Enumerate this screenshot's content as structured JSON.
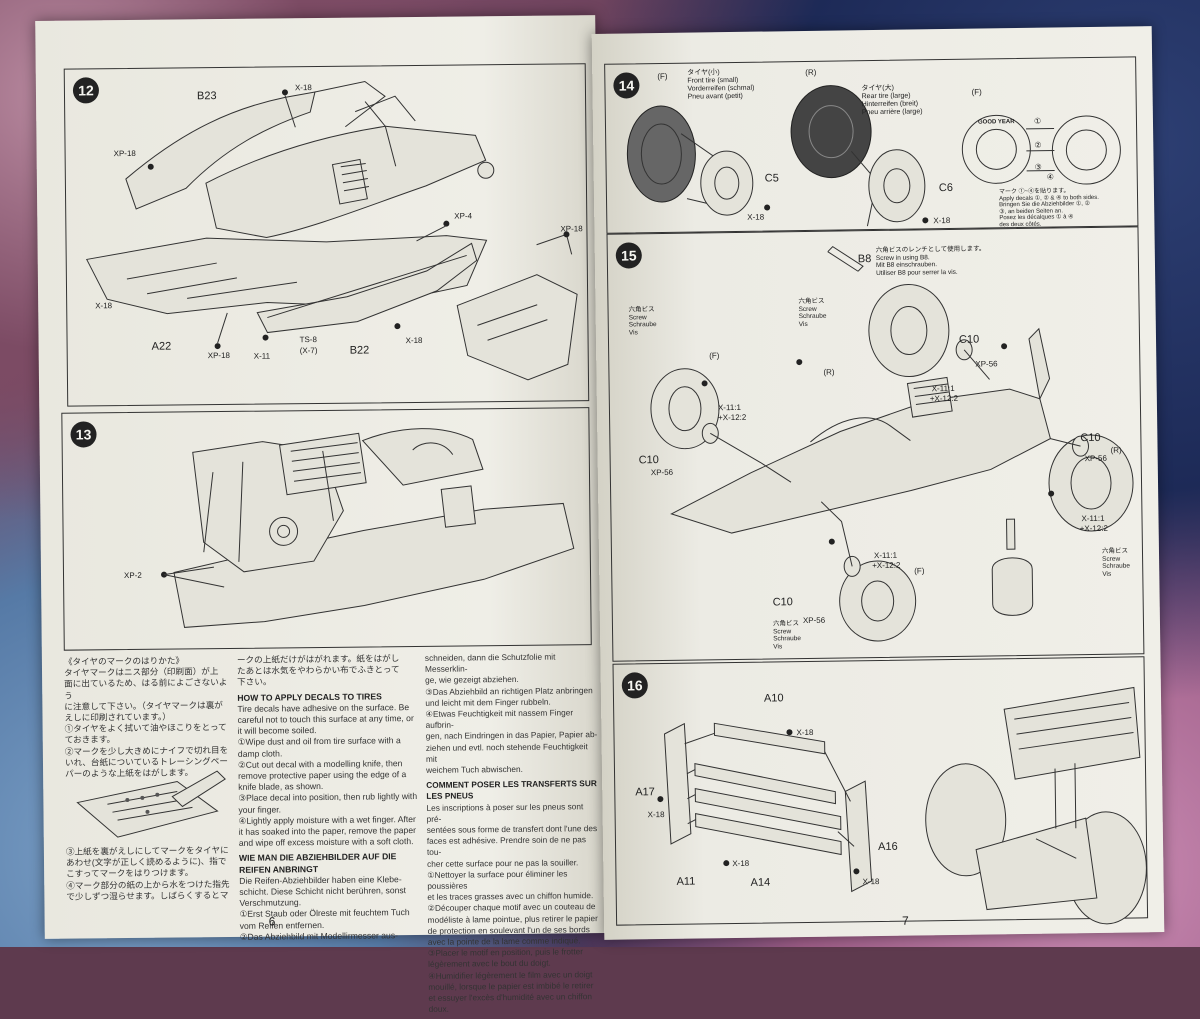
{
  "steps": {
    "s12": {
      "num": "12",
      "labels": {
        "b23": "B23",
        "x18_top": "X-18",
        "xp18_left": "XP-18",
        "xp4": "XP-4",
        "x18_left": "X-18",
        "a22": "A22",
        "xp18_bot": "XP-18",
        "x11": "X-11",
        "ts8": "TS-8",
        "x7": "(X-7)",
        "b22": "B22",
        "x18_bot": "X-18",
        "xp18_inset": "XP-18"
      }
    },
    "s13": {
      "num": "13",
      "labels": {
        "xp2": "XP-2"
      }
    },
    "s14": {
      "num": "14",
      "labels": {
        "f_left": "(F)",
        "front_tire": [
          "タイヤ(小)",
          "Front tire (small)",
          "Vorderreifen (schmal)",
          "Pneu avant (petit)"
        ],
        "r_mid": "(R)",
        "rear_tire": [
          "タイヤ(大)",
          "Rear tire (large)",
          "Hinterreifen (breit)",
          "Pneu arrière (large)"
        ],
        "f_right": "(F)",
        "c5": "C5",
        "c6": "C6",
        "x18_a": "X-18",
        "x18_b": "X-18",
        "goodyear": "GOOD YEAR",
        "marks": [
          "①",
          "②",
          "③",
          "④"
        ],
        "decal_note": [
          "マーク ①~④を貼ります。",
          "Apply decals ①, ② & ④ to both sides.",
          "Bringen Sie die Abziehbilder ①, ②",
          "③, an beiden Seiten an.",
          "Posez les décalques ① à ④",
          "des deux côtés."
        ]
      }
    },
    "s15": {
      "num": "15",
      "labels": {
        "b8": "B8",
        "b8_note": [
          "六角ビスのレンチとして使用します。",
          "Screw in using B8.",
          "Mit B8 einschrauben.",
          "Utiliser B8 pour serrer la vis."
        ],
        "screw_tl": [
          "六角ビス",
          "Screw",
          "Schraube",
          "Vis"
        ],
        "screw_ml": [
          "六角ビス",
          "Screw",
          "Schraube",
          "Vis"
        ],
        "screw_r": [
          "六角ビス",
          "Screw",
          "Schraube",
          "Vis"
        ],
        "screw_b": [
          "六角ビス",
          "Screw",
          "Schraube",
          "Vis"
        ],
        "f1": "(F)",
        "r1": "(R)",
        "r2": "(R)",
        "f2": "(F)",
        "c10_a": "C10",
        "c10_b": "C10",
        "c10_c": "C10",
        "c10_d": "C10",
        "xp56_a": "XP-56",
        "xp56_b": "XP-56",
        "xp56_c": "XP-56",
        "xp56_d": "XP-56",
        "x11_a": "X-11:1",
        "x12_a": "+X-12:2",
        "x11_b": "X-11:1",
        "x12_b": "+X-12:2",
        "x11_c": "X-11:1",
        "x12_c": "+X-12:2",
        "x11_d": "X-11:1",
        "x12_d": "+X-12:2"
      }
    },
    "s16": {
      "num": "16",
      "labels": {
        "a10": "A10",
        "x18_a": "X-18",
        "a17": "A17",
        "x18_b": "X-18",
        "a16": "A16",
        "x18_c": "X-18",
        "a11": "A11",
        "a14": "A14",
        "x18_d": "X-18"
      }
    }
  },
  "text_blocks": {
    "col1_jp": [
      "《タイヤのマークのはりかた》",
      "タイヤマークはニス部分（印刷面）が上",
      "面に出ているため、はる前によごさないよう",
      "に注意して下さい。（タイヤマークは裏が",
      "えしに印刷されています。）",
      "①タイヤをよく拭いて油やほこりをとって",
      "ておきます。",
      "②マークを少し大きめにナイフで切れ目を",
      "いれ、台紙についているトレーシングペー",
      "パーのような上紙をはがします。"
    ],
    "col1_jp2": [
      "③上紙を裏がえしにしてマークをタイヤに",
      "あわせ(文字が正しく読めるように)、指で",
      "こすってマークをはりつけます。",
      "④マーク部分の紙の上から水をつけた指先",
      "で少しずつ湿らせます。しばらくするとマ"
    ],
    "col2_jp": [
      "ークの上紙だけがはがれます。紙をはがし",
      "たあとは水気をやわらかい布でふきとって",
      "下さい。"
    ],
    "col2_en_title": "HOW TO APPLY DECALS TO TIRES",
    "col2_en": [
      "Tire decals have adhesive on the surface. Be",
      "careful not to touch this surface at any time, or",
      "it will become soiled.",
      "①Wipe dust and oil from tire surface with a",
      "damp cloth.",
      "②Cut out decal with a modelling knife, then",
      "remove protective paper using the edge of a",
      "knife blade, as shown.",
      "③Place decal into position, then rub lightly with",
      "your finger.",
      "④Lightly apply moisture with a wet finger. After",
      "it has soaked into the paper, remove the paper",
      "and wipe off excess moisture with a soft cloth."
    ],
    "col2_de_title": "WIE MAN DIE ABZIEHBILDER AUF DIE REIFEN ANBRINGT",
    "col2_de": [
      "Die Reifen-Abziehbilder haben eine Klebe-",
      "schicht. Diese Schicht nicht berühren, sonst",
      "Verschmutzung.",
      "①Erst Staub oder Ölreste mit feuchtem Tuch",
      "vom Reifen entfernen.",
      "②Das Abziehbild mit Modellirmesser aus-"
    ],
    "col3_de": [
      "schneiden, dann die Schutzfolie mit Messerklin-",
      "ge, wie gezeigt abziehen.",
      "③Das Abziehbild an richtigen Platz anbringen",
      "und leicht mit dem Finger rubbeln.",
      "④Etwas Feuchtigkeit mit nassem Finger aufbrin-",
      "gen, nach Eindringen in das Papier, Papier ab-",
      "ziehen und evtl. noch stehende Feuchtigkeit mit",
      "weichem Tuch abwischen."
    ],
    "col3_fr_title": "COMMENT POSER LES TRANSFERTS SUR LES PNEUS",
    "col3_fr": [
      "Les inscriptions à poser sur les pneus sont pré-",
      "sentées sous forme de transfert dont l'une des",
      "faces est adhésive. Prendre soin de ne pas tou-",
      "cher cette surface pour ne pas la souiller.",
      "①Nettoyer la surface pour éliminer les poussières",
      "et les traces grasses avec un chiffon humide.",
      "②Découper chaque motif avec un couteau de",
      "modéliste à lame pointue, plus retirer le papier",
      "de protection en soulevant l'un de ses bords",
      "avec la pointe de la lame comme indiqué.",
      "③Placer le motif en position, puis le frotter",
      "légèrement avec le bout du doigt.",
      "④Humidifier légèrement le film avec un doigt",
      "mouillé, lorsque le papier est imbibé le retirer",
      "et essuyer l'excès d'humidité avec un chiffon",
      "doux."
    ]
  },
  "page_numbers": {
    "left": "6",
    "right": "7"
  }
}
